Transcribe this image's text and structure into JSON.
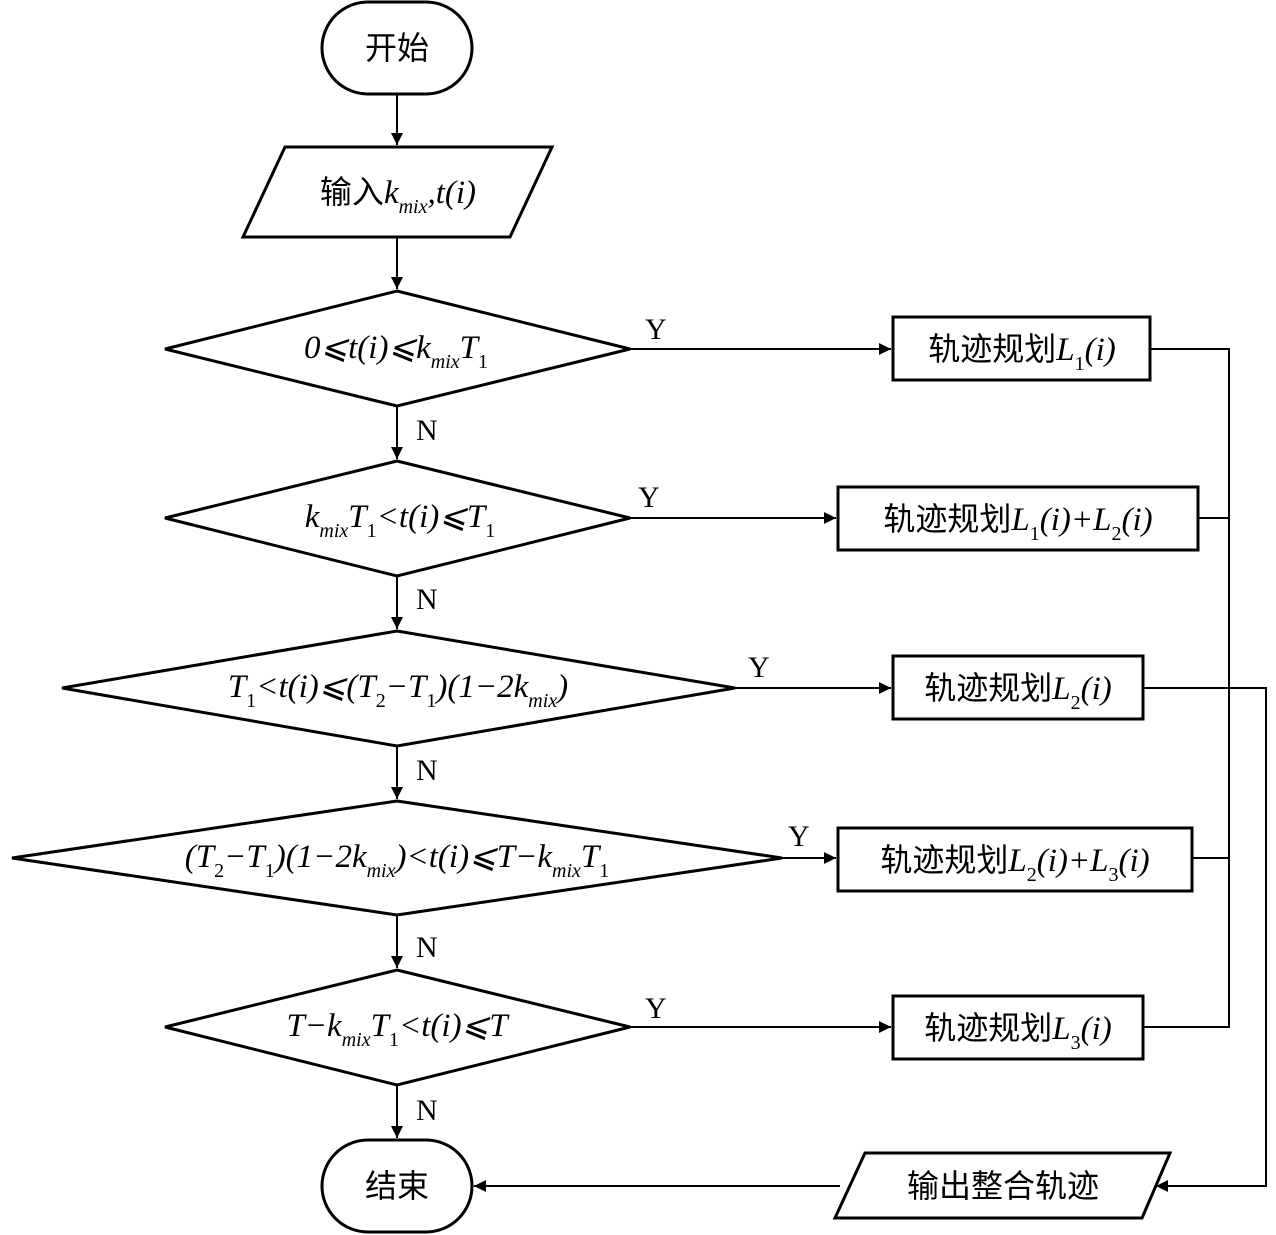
{
  "start": "开始",
  "end": "结束",
  "input": {
    "prefix": "输入",
    "k": "k",
    "mix": "mix",
    "rest": ",t(i)"
  },
  "output": "输出整合轨迹",
  "yes": "Y",
  "no": "N",
  "decisions": [
    {
      "c1": "0⩽t(i)⩽k",
      "c2": "mix",
      "c3": "T",
      "c4": "1"
    },
    {
      "c1": "k",
      "c2": "mix",
      "c3": "T",
      "c4": "1",
      "c5": "<t(i)⩽T",
      "c6": "1"
    },
    {
      "c1": "T",
      "c2": "1",
      "c3": "<t(i)⩽(T",
      "c4": "2",
      "c5": "−T",
      "c6": "1",
      "c7": ")(1−2k",
      "c8": "mix",
      "c9": ")"
    },
    {
      "c1": "(T",
      "c2": "2",
      "c3": "−T",
      "c4": "1",
      "c5": ")(1−2k",
      "c6": "mix",
      "c7": ")<t(i)⩽T−k",
      "c8": "mix",
      "c9": "T",
      "c10": "1"
    },
    {
      "c1": "T−k",
      "c2": "mix",
      "c3": "T",
      "c4": "1",
      "c5": "<t(i)⩽T"
    }
  ],
  "actions": [
    {
      "prefix": "轨迹规划",
      "t1": "L",
      "s1": "1",
      "t2": "(i)"
    },
    {
      "prefix": "轨迹规划",
      "t1": "L",
      "s1": "1",
      "t2": "(i)+L",
      "s2": "2",
      "t3": "(i)"
    },
    {
      "prefix": "轨迹规划",
      "t1": "L",
      "s1": "2",
      "t2": "(i)"
    },
    {
      "prefix": "轨迹规划",
      "t1": "L",
      "s1": "2",
      "t2": "(i)+L",
      "s2": "3",
      "t3": "(i)"
    },
    {
      "prefix": "轨迹规划",
      "t1": "L",
      "s1": "3",
      "t2": "(i)"
    }
  ]
}
